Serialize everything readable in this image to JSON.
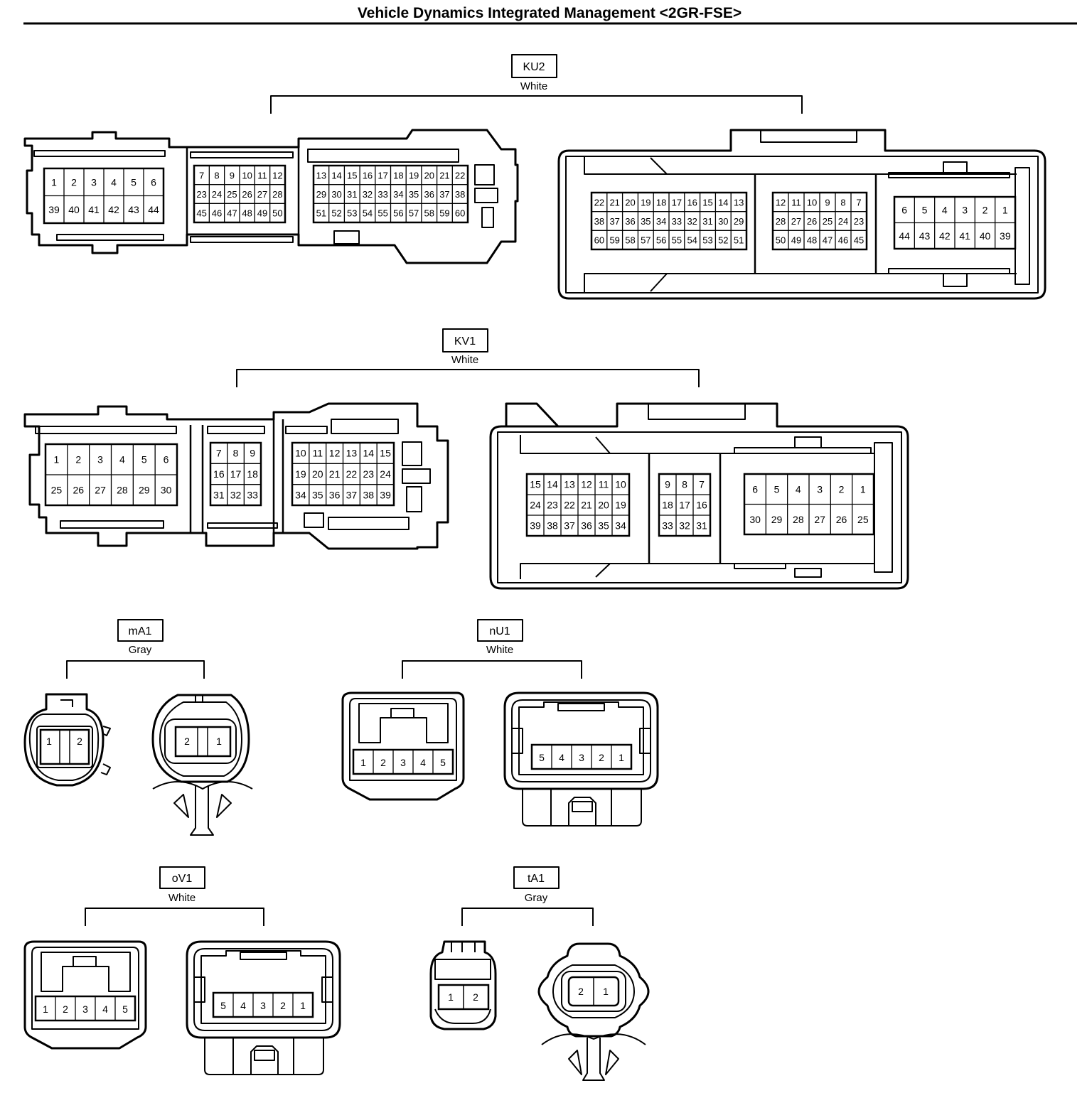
{
  "title": "Vehicle Dynamics Integrated Management <2GR-FSE>",
  "connectors": {
    "ku2": {
      "code": "KU2",
      "color": "White",
      "male": [
        [
          "1",
          "2",
          "3",
          "4",
          "5",
          "6"
        ],
        [
          "39",
          "40",
          "41",
          "42",
          "43",
          "44"
        ]
      ],
      "male_mid": [
        [
          "7",
          "8",
          "9",
          "10",
          "11",
          "12"
        ],
        [
          "23",
          "24",
          "25",
          "26",
          "27",
          "28"
        ],
        [
          "45",
          "46",
          "47",
          "48",
          "49",
          "50"
        ]
      ],
      "male_right": [
        [
          "13",
          "14",
          "15",
          "16",
          "17",
          "18",
          "19",
          "20",
          "21",
          "22"
        ],
        [
          "29",
          "30",
          "31",
          "32",
          "33",
          "34",
          "35",
          "36",
          "37",
          "38"
        ],
        [
          "51",
          "52",
          "53",
          "54",
          "55",
          "56",
          "57",
          "58",
          "59",
          "60"
        ]
      ],
      "female_left": [
        [
          "22",
          "21",
          "20",
          "19",
          "18",
          "17",
          "16",
          "15",
          "14",
          "13"
        ],
        [
          "38",
          "37",
          "36",
          "35",
          "34",
          "33",
          "32",
          "31",
          "30",
          "29"
        ],
        [
          "60",
          "59",
          "58",
          "57",
          "56",
          "55",
          "54",
          "53",
          "52",
          "51"
        ]
      ],
      "female_mid": [
        [
          "12",
          "11",
          "10",
          "9",
          "8",
          "7"
        ],
        [
          "28",
          "27",
          "26",
          "25",
          "24",
          "23"
        ],
        [
          "50",
          "49",
          "48",
          "47",
          "46",
          "45"
        ]
      ],
      "female_right": [
        [
          "6",
          "5",
          "4",
          "3",
          "2",
          "1"
        ],
        [
          "44",
          "43",
          "42",
          "41",
          "40",
          "39"
        ]
      ]
    },
    "kv1": {
      "code": "KV1",
      "color": "White",
      "male": [
        [
          "1",
          "2",
          "3",
          "4",
          "5",
          "6"
        ],
        [
          "25",
          "26",
          "27",
          "28",
          "29",
          "30"
        ]
      ],
      "male_mid": [
        [
          "7",
          "8",
          "9"
        ],
        [
          "16",
          "17",
          "18"
        ],
        [
          "31",
          "32",
          "33"
        ]
      ],
      "male_right": [
        [
          "10",
          "11",
          "12",
          "13",
          "14",
          "15"
        ],
        [
          "19",
          "20",
          "21",
          "22",
          "23",
          "24"
        ],
        [
          "34",
          "35",
          "36",
          "37",
          "38",
          "39"
        ]
      ],
      "female_left": [
        [
          "15",
          "14",
          "13",
          "12",
          "11",
          "10"
        ],
        [
          "24",
          "23",
          "22",
          "21",
          "20",
          "19"
        ],
        [
          "39",
          "38",
          "37",
          "36",
          "35",
          "34"
        ]
      ],
      "female_mid": [
        [
          "9",
          "8",
          "7"
        ],
        [
          "18",
          "17",
          "16"
        ],
        [
          "33",
          "32",
          "31"
        ]
      ],
      "female_right": [
        [
          "6",
          "5",
          "4",
          "3",
          "2",
          "1"
        ],
        [
          "30",
          "29",
          "28",
          "27",
          "26",
          "25"
        ]
      ]
    },
    "ma1": {
      "code": "mA1",
      "color": "Gray",
      "male": [
        "1",
        "2"
      ],
      "female": [
        "2",
        "1"
      ]
    },
    "nu1": {
      "code": "nU1",
      "color": "White",
      "male": [
        "1",
        "2",
        "3",
        "4",
        "5"
      ],
      "female": [
        "5",
        "4",
        "3",
        "2",
        "1"
      ]
    },
    "ov1": {
      "code": "oV1",
      "color": "White",
      "male": [
        "1",
        "2",
        "3",
        "4",
        "5"
      ],
      "female": [
        "5",
        "4",
        "3",
        "2",
        "1"
      ]
    },
    "ta1": {
      "code": "tA1",
      "color": "Gray",
      "male": [
        "1",
        "2"
      ],
      "female": [
        "2",
        "1"
      ]
    }
  }
}
